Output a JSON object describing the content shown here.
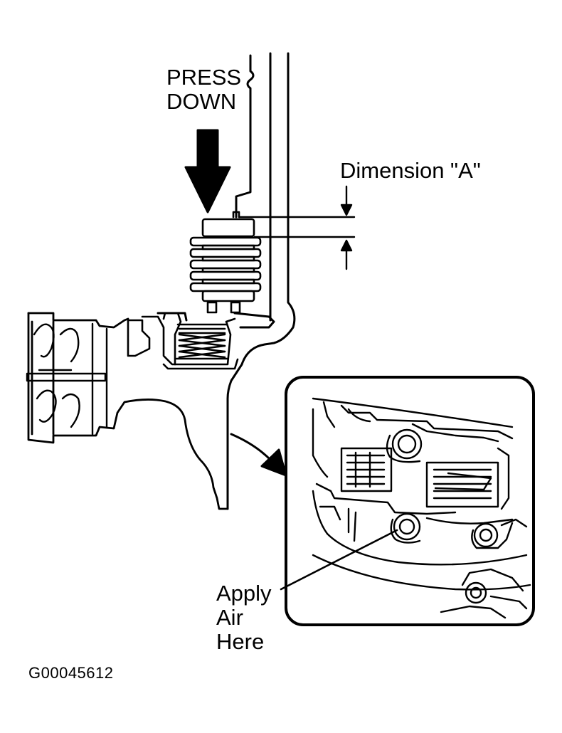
{
  "diagram": {
    "press_label_line1": "PRESS",
    "press_label_line2": "DOWN",
    "dimension_label": "Dimension \"A\"",
    "apply_air_line1": "Apply",
    "apply_air_line2": "Air",
    "apply_air_line3": "Here",
    "figure_id": "G00045612"
  },
  "colors": {
    "ink": "#000000",
    "paper": "#ffffff"
  }
}
